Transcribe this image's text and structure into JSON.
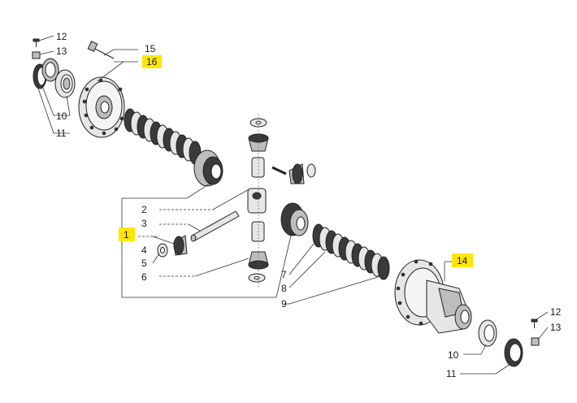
{
  "callouts": {
    "c1": "1",
    "c2": "2",
    "c3": "3",
    "c4": "4",
    "c5": "5",
    "c6": "6",
    "c7": "7",
    "c8": "8",
    "c9": "9",
    "c10a": "10",
    "c11a": "11",
    "c12a": "12",
    "c13a": "13",
    "c14": "14",
    "c15": "15",
    "c16": "16",
    "c10b": "10",
    "c11b": "11",
    "c12b": "12",
    "c13b": "13"
  },
  "highlight_color": "#ffe600",
  "highlighted": [
    "1",
    "14",
    "16"
  ]
}
